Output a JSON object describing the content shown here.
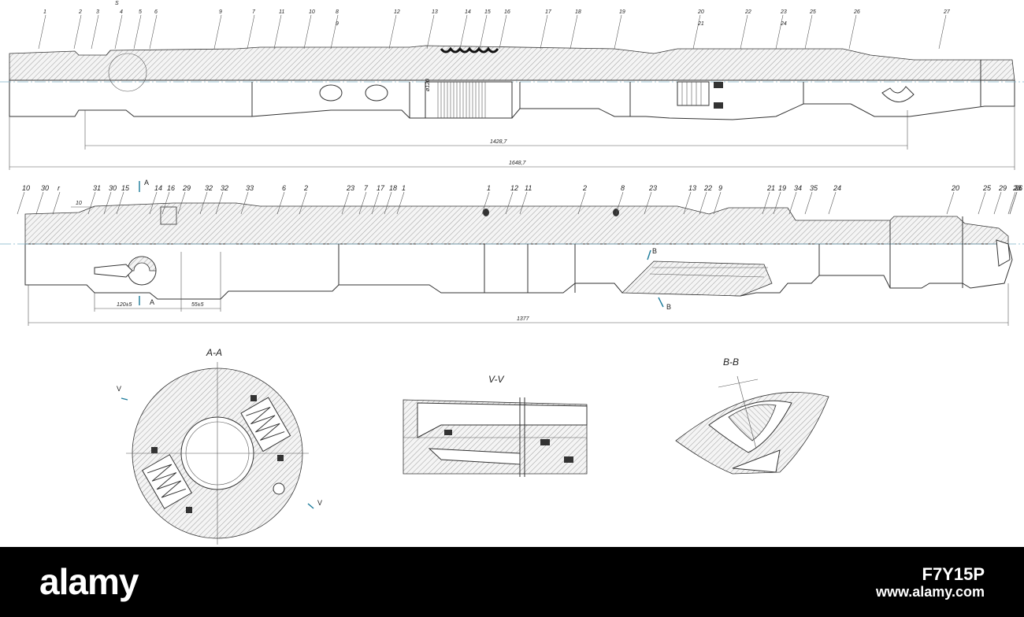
{
  "top_view": {
    "labels": [
      "1",
      "2",
      "3",
      "4",
      "5",
      "6",
      "9",
      "7",
      "11",
      "10",
      "8",
      "12",
      "13",
      "14",
      "15",
      "16",
      "17",
      "18",
      "19",
      "20",
      "22",
      "23",
      "25",
      "26",
      "27"
    ],
    "sub_labels": {
      "s": "S",
      "n9": "9",
      "n21": "21",
      "n24": "24"
    },
    "diameter": "ø120",
    "dim_inner": "1428,7",
    "dim_outer": "1648,7"
  },
  "middle_view": {
    "labels": [
      "10",
      "30",
      "r",
      "31",
      "30",
      "15",
      "14",
      "16",
      "29",
      "32",
      "32",
      "33",
      "6",
      "2",
      "23",
      "7",
      "17",
      "18",
      "1",
      "1",
      "12",
      "11",
      "2",
      "8",
      "23",
      "13",
      "22",
      "9",
      "21",
      "19",
      "34",
      "35",
      "24",
      "20",
      "25",
      "29",
      "23",
      "36",
      "26"
    ],
    "small_10": "10",
    "section_marker_a": "A",
    "section_marker_b": "B",
    "dim_a": "120±5",
    "dim_b": "55±5",
    "dim_total": "1377"
  },
  "sections": {
    "aa_title": "A-A",
    "vv_title": "V-V",
    "bb_title": "B-B",
    "v_marker": "V"
  },
  "watermark": {
    "logo": "alamy",
    "image_id": "F7Y15P",
    "site": "www.alamy.com"
  }
}
